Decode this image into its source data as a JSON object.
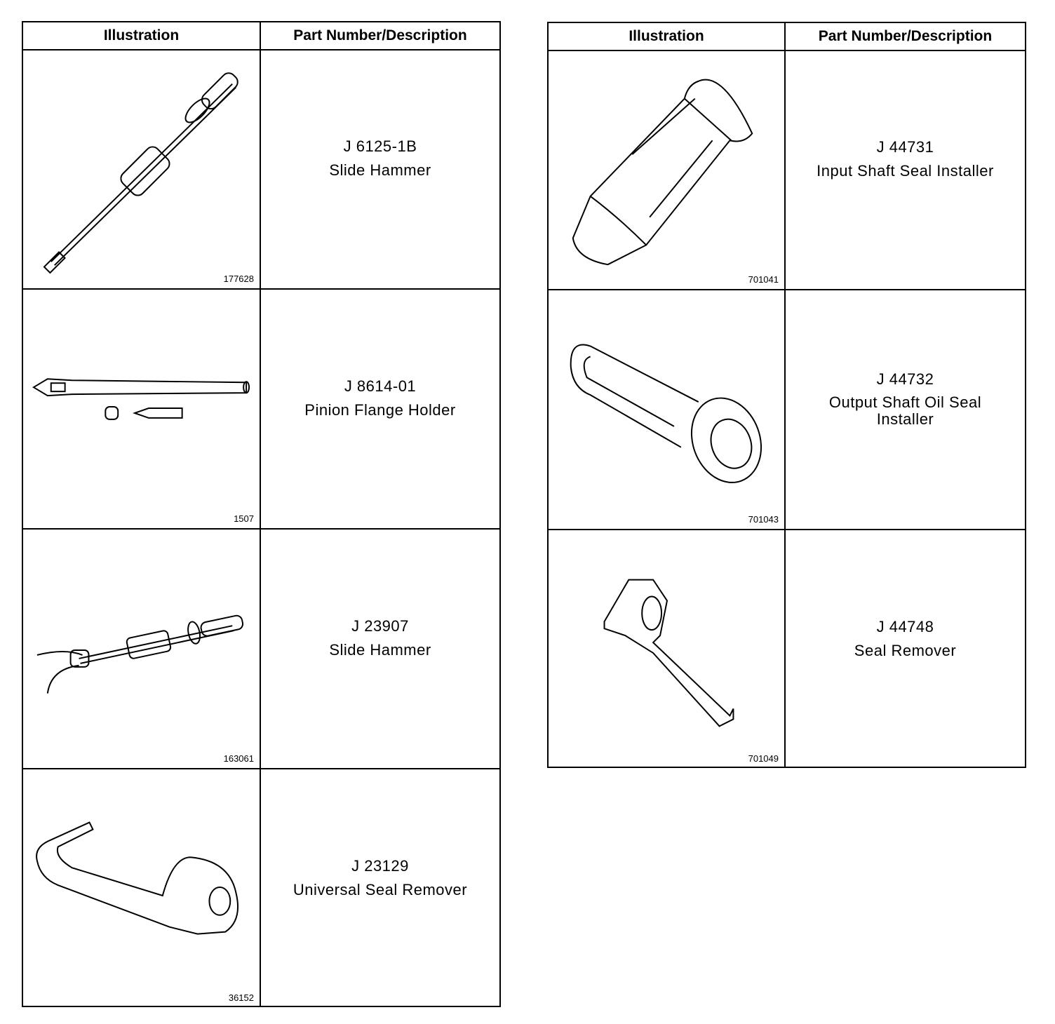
{
  "headers": {
    "illustration": "Illustration",
    "description": "Part Number/Description"
  },
  "left_table": [
    {
      "part_number": "J 6125-1B",
      "description": "Slide Hammer",
      "figure": "177628",
      "icon": "slide-hammer"
    },
    {
      "part_number": "J 8614-01",
      "description": "Pinion Flange Holder",
      "figure": "1507",
      "icon": "pinion-flange-holder"
    },
    {
      "part_number": "J 23907",
      "description": "Slide Hammer",
      "figure": "163061",
      "icon": "slide-hammer-puller"
    },
    {
      "part_number": "J 23129",
      "description": "Universal Seal Remover",
      "figure": "36152",
      "icon": "seal-remover"
    }
  ],
  "right_table": [
    {
      "part_number": "J 44731",
      "description": "Input Shaft Seal Installer",
      "figure": "701041",
      "icon": "seal-installer"
    },
    {
      "part_number": "J 44732",
      "description": "Output Shaft Oil Seal Installer",
      "figure": "701043",
      "icon": "oil-seal-installer"
    },
    {
      "part_number": "J 44748",
      "description": "Seal Remover",
      "figure": "701049",
      "icon": "seal-remover-hook"
    }
  ]
}
